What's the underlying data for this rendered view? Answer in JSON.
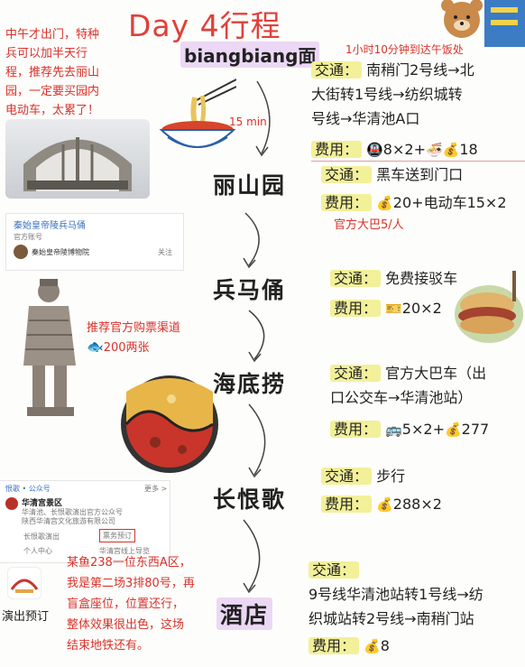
{
  "title": "Day 4行程",
  "intro_note": [
    "中午才出门，特种",
    "兵可以加半天行",
    "程，推荐先去丽山",
    "园，一定要买园内",
    "电动车，太累了！"
  ],
  "stops": {
    "s1": {
      "name": "biangbiang面",
      "time_note": "1小时10分钟到达午饭处"
    },
    "s2": {
      "name": "丽山园"
    },
    "s3": {
      "name": "兵马俑"
    },
    "s4": {
      "name": "海底捞"
    },
    "s5": {
      "name": "长恨歌"
    },
    "s6": {
      "name": "酒店"
    }
  },
  "labels": {
    "traffic": "交通：",
    "cost": "费用："
  },
  "s1": {
    "traffic": [
      "南稍门2号线→北",
      "大街转1号线→纺织城转",
      "号线→华清池A口"
    ],
    "cost_a": "8×2+",
    "cost_b": "18",
    "duration": "15 min"
  },
  "s2": {
    "traffic": "黑车送到门口",
    "cost": "20+电动车15×2",
    "bus_note": "官方大巴5/人"
  },
  "s3": {
    "traffic": "免费接驳车",
    "cost": "20×2",
    "rec_note": "推荐官方购票渠道",
    "price_note": "200两张"
  },
  "s4": {
    "traffic": [
      "官方大巴车（出",
      "口公交车→华清池站）"
    ],
    "cost_a": "5×2+",
    "cost_b": "277"
  },
  "s5": {
    "traffic": "步行",
    "cost": "288×2"
  },
  "s6": {
    "traffic": [
      "9号线华清池站转1号线→纺",
      "织城站转2号线→南稍门站"
    ],
    "cost": "8"
  },
  "museum_card": {
    "title": "秦始皇帝陵兵马俑",
    "sub": "官方账号",
    "org": "秦始皇帝陵博物院",
    "follow": "关注"
  },
  "wechat_card": {
    "back": "恨歌 • 公众号",
    "more": "更多 >",
    "org": "华清宫景区",
    "line1": "华清池、长恨歌演出官方公众号",
    "line2": "陕西华清宫文化旅游有限公司",
    "menu_a": "长恨歌演出",
    "menu_b": "票务预订",
    "menu_c": "个人中心",
    "menu_d": "华清宫线上导览"
  },
  "show_note": [
    "某鱼238一位东西A区，",
    "我是第二场3排80号，再",
    "盲盒座位，位置还行，",
    "整体效果很出色，这场",
    "结束地铁还有。"
  ],
  "show_badge": "演出预订"
}
